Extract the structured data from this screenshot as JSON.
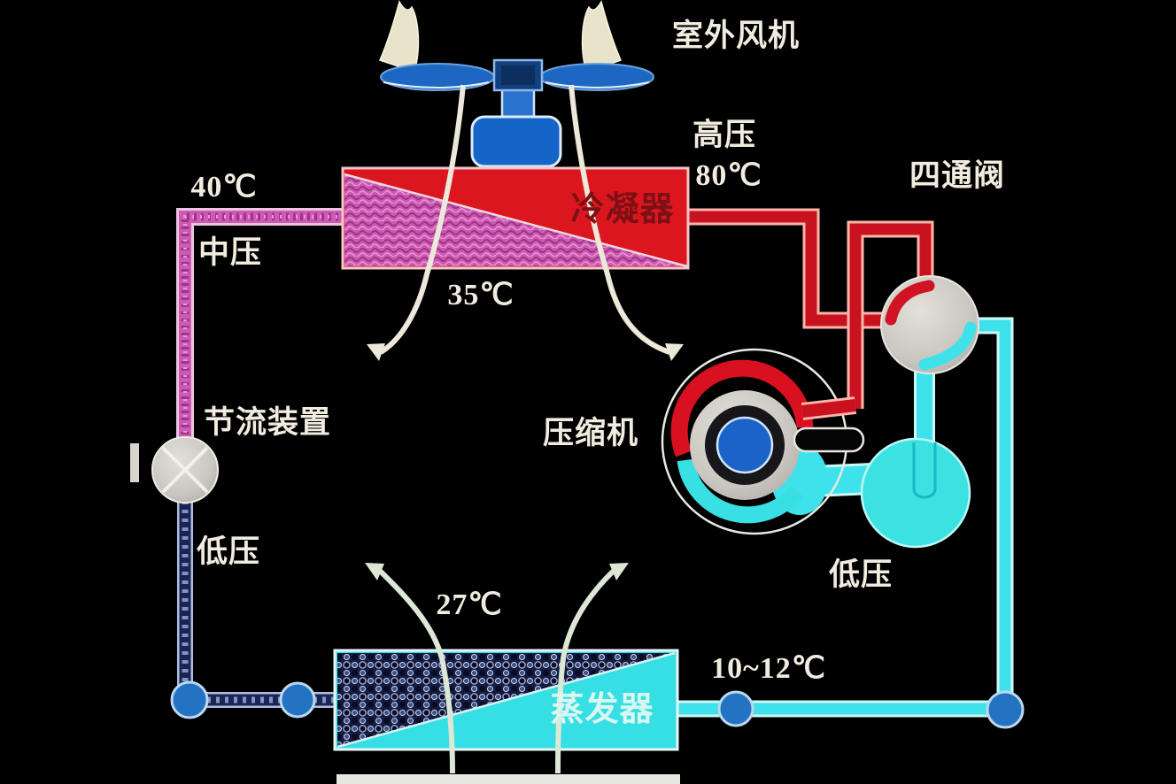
{
  "labels": {
    "outdoor_fan": "室外风机",
    "high_pressure": "高压",
    "high_pressure_temp": "80℃",
    "four_way_valve": "四通阀",
    "condenser": "冷凝器",
    "condenser_out_temp": "40℃",
    "medium_pressure": "中压",
    "condenser_air_temp": "35℃",
    "throttle_device": "节流装置",
    "low_pressure_left": "低压",
    "compressor": "压缩机",
    "low_pressure_right": "低压",
    "evaporator": "蒸发器",
    "indoor_air_temp": "27℃",
    "supply_air_temp": "10~12℃"
  },
  "colors": {
    "background": "#000000",
    "condenser_red": "#dc161f",
    "evaporator_cyan": "#35dfe4",
    "red_pipe": "#c8121f",
    "pink_pipe": "#cc5cb2",
    "cyan_pipe": "#3fe2ea",
    "dark_pipe": "#1c2450",
    "metal_gray": "#ccc9c3",
    "joint_blue": "#2373c2",
    "fan_blue": "#1d67c2",
    "accumulator_cyan": "#3ce2e2",
    "compressor_center_blue": "#1b63c8",
    "label_text": "#f1ecdf"
  }
}
